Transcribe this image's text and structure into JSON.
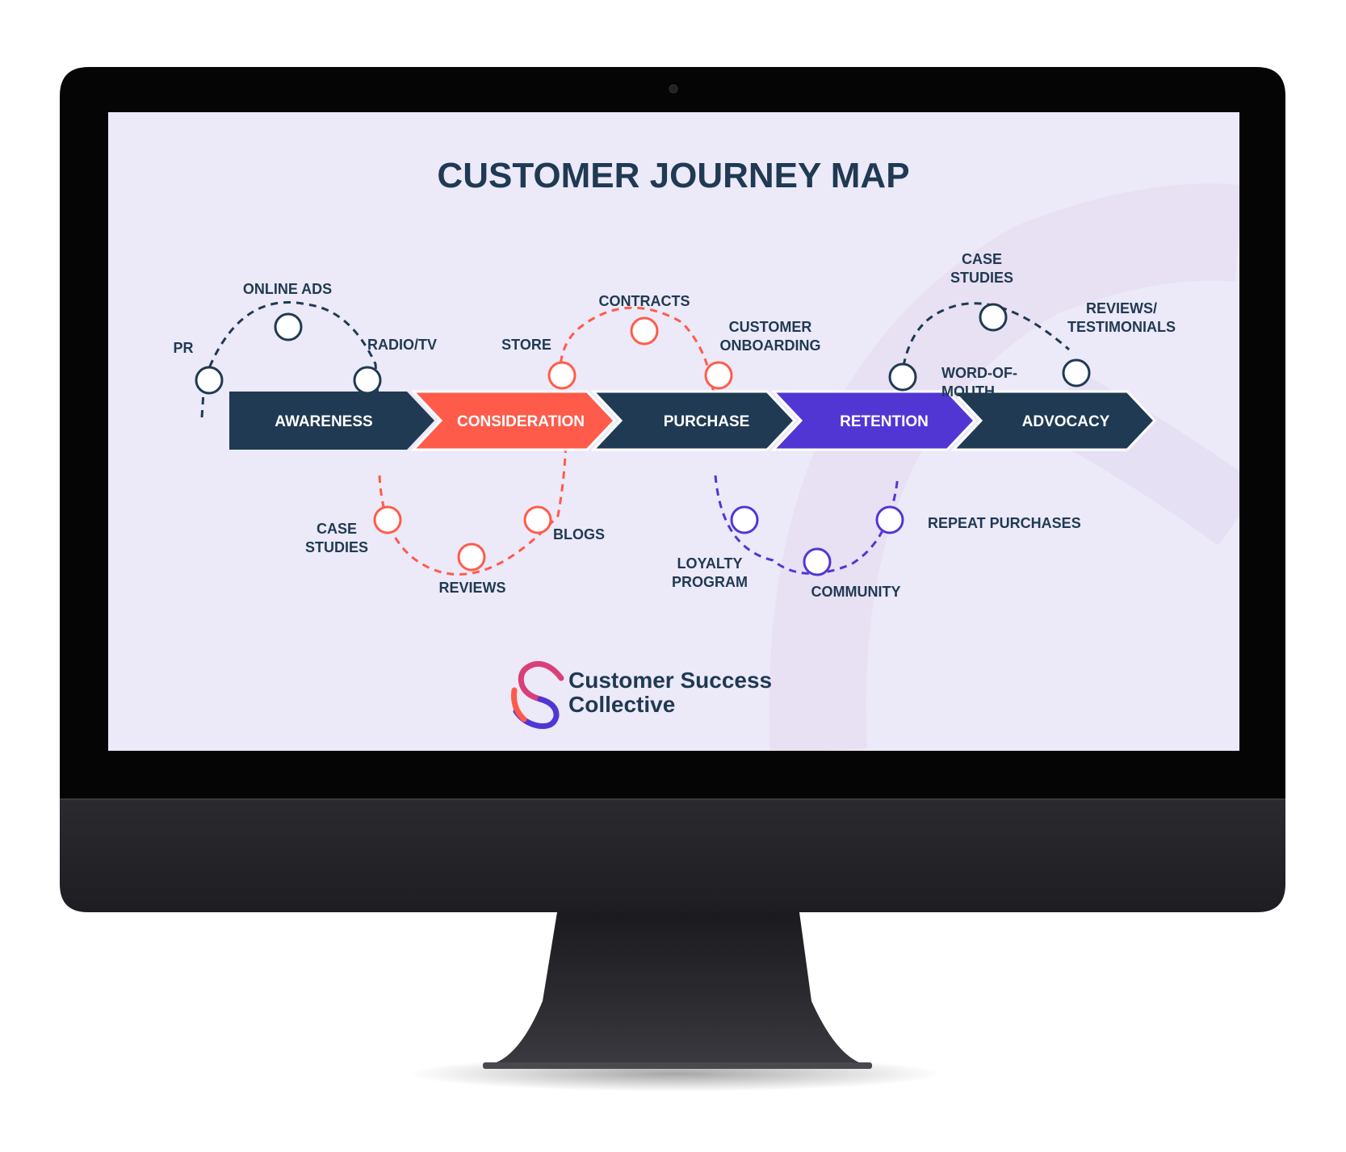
{
  "title": "CUSTOMER JOURNEY MAP",
  "stages": [
    {
      "label": "AWARENESS",
      "color": "#1f3a52"
    },
    {
      "label": "CONSIDERATION",
      "color": "#ff5b4a"
    },
    {
      "label": "PURCHASE",
      "color": "#1f3a52"
    },
    {
      "label": "RETENTION",
      "color": "#5236d4"
    },
    {
      "label": "ADVOCACY",
      "color": "#1f3a52"
    }
  ],
  "touchpoints": {
    "pr": "PR",
    "online_ads": "ONLINE ADS",
    "radio_tv": "RADIO/TV",
    "case_studies_1_line1": "CASE",
    "case_studies_1_line2": "STUDIES",
    "reviews": "REVIEWS",
    "blogs": "BLOGS",
    "store": "STORE",
    "contracts": "CONTRACTS",
    "onboarding_line1": "CUSTOMER",
    "onboarding_line2": "ONBOARDING",
    "loyalty_line1": "LOYALTY",
    "loyalty_line2": "PROGRAM",
    "community": "COMMUNITY",
    "repeat_purchases": "REPEAT PURCHASES",
    "wom_line1": "WORD-OF-",
    "wom_line2": "MOUTH",
    "case_studies_2_line1": "CASE",
    "case_studies_2_line2": "STUDIES",
    "testimonials_line1": "REVIEWS/",
    "testimonials_line2": "TESTIMONIALS"
  },
  "logo": {
    "line1": "Customer Success",
    "line2": "Collective"
  },
  "colors": {
    "navy": "#1f3a52",
    "coral": "#ff5b4a",
    "purple": "#5236d4",
    "screen_bg": "#ece9f8",
    "bezel": "#050505"
  }
}
